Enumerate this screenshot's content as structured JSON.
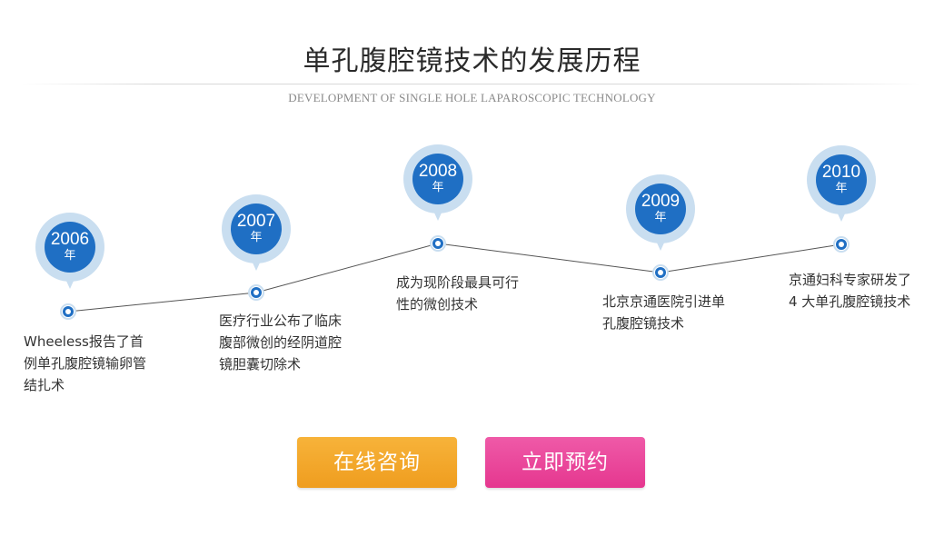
{
  "header": {
    "title": "单孔腹腔镜技术的发展历程",
    "subtitle": "DEVELOPMENT OF SINGLE HOLE LAPAROSCOPIC TECHNOLOGY"
  },
  "timeline": [
    {
      "year": "2006",
      "unit": "年",
      "line1": "Wheeless报告了首",
      "line2": "例单孔腹腔镜输卵管",
      "line3": "结扎术"
    },
    {
      "year": "2007",
      "unit": "年",
      "line1": "医疗行业公布了临床",
      "line2": "腹部微创的经阴道腔",
      "line3": "镜胆囊切除术"
    },
    {
      "year": "2008",
      "unit": "年",
      "line1": "成为现阶段最具可行",
      "line2": "性的微创技术"
    },
    {
      "year": "2009",
      "unit": "年",
      "line1": "北京京通医院引进单",
      "line2": "孔腹腔镜技术"
    },
    {
      "year": "2010",
      "unit": "年",
      "line1": "京通妇科专家研发了",
      "line2": "4 大单孔腹腔镜技术"
    }
  ],
  "actions": {
    "consult_label": "在线咨询",
    "book_label": "立即预约"
  },
  "colors": {
    "pin_blue": "#1f6fc4",
    "pin_halo": "#c9def0",
    "consult_orange": "#f2a62a",
    "book_pink": "#e94b9b"
  }
}
